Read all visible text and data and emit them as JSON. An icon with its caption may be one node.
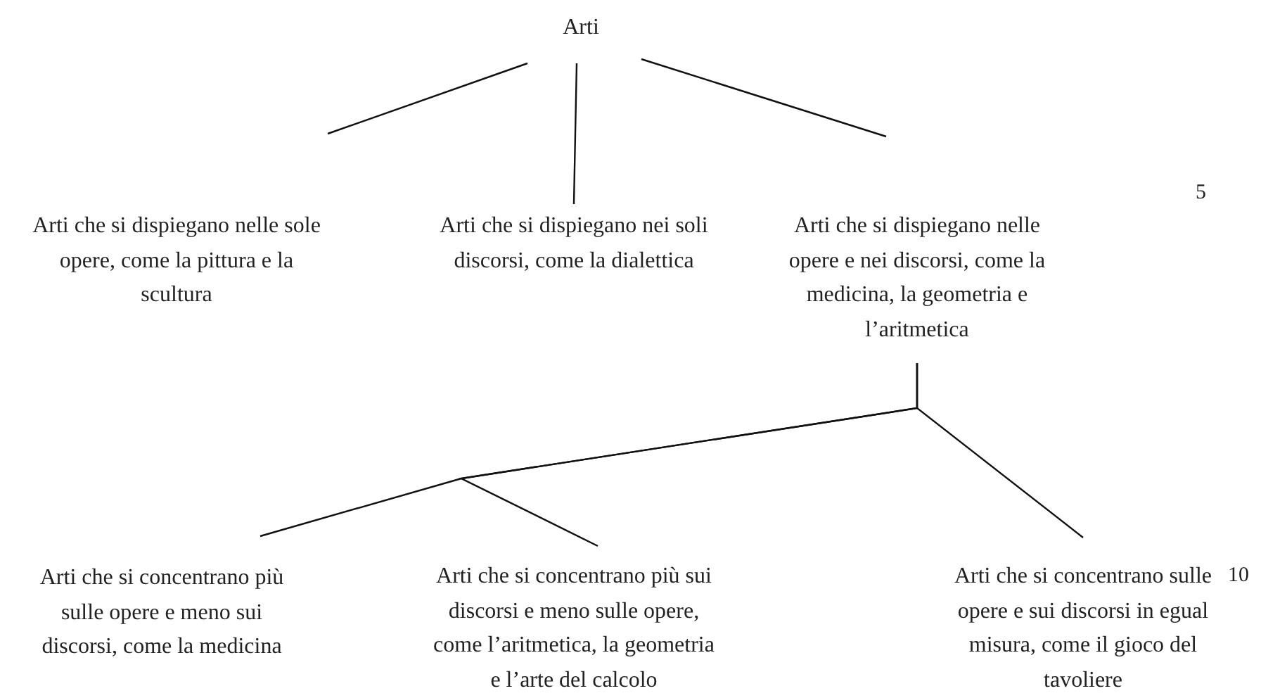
{
  "diagram": {
    "nodes": [
      {
        "text": [
          "Arti"
        ]
      },
      {
        "text": [
          "Arti che si dispiegano nelle sole opere, come la pittura e la scultura"
        ]
      },
      {
        "text": [
          "Arti che si dispiegano nei soli discorsi, come la dialettica"
        ]
      },
      {
        "text": [
          "Arti che si dispiegano nelle opere e nei discorsi, come la medicina, la geometria e l’aritmetica"
        ]
      },
      {
        "text": [
          "Arti che si concentrano più sulle opere e meno sui discorsi, come la medicina"
        ]
      },
      {
        "text": [
          "Arti che si concentrano più sui discorsi e meno sulle opere, come l’aritmetica, la geometria e l’arte del calcolo"
        ]
      },
      {
        "text": [
          "Arti che si concentrano sulle opere e sui discorsi in egual misura, come il gioco del tavoliere"
        ]
      }
    ],
    "edges": [
      {
        "from": 0,
        "to": 1,
        "arrow": "none"
      },
      {
        "from": 0,
        "to": 2,
        "arrow": "none"
      },
      {
        "from": 0,
        "to": 3,
        "arrow": "none"
      },
      {
        "from": 3,
        "to": 4,
        "arrow": "none"
      },
      {
        "from": 3,
        "to": 5,
        "arrow": "none"
      },
      {
        "from": 3,
        "to": 6,
        "arrow": "none"
      }
    ],
    "labels": [
      "5",
      "10"
    ]
  }
}
